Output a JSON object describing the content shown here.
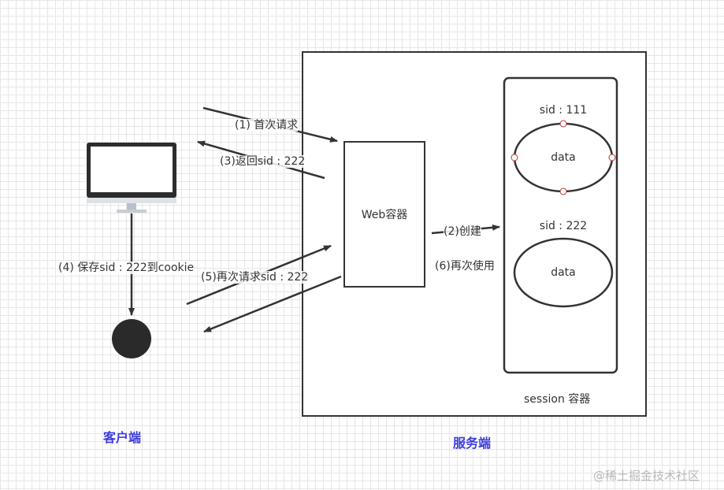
{
  "labels": {
    "client": "客户端",
    "server": "服务端",
    "web_container": "Web容器",
    "session_container": "session 容器",
    "session1_sid": "sid : 111",
    "session1_data": "data",
    "session2_sid": "sid : 222",
    "session2_data": "data",
    "step1": "(1) 首次请求",
    "step2": "(2)创建",
    "step3": "(3)返回sid : 222",
    "step4": "(4) 保存sid : 222到cookie",
    "step5": "(5)再次请求sid : 222",
    "step6": "(6)再次使用"
  },
  "watermark": "@稀土掘金技术社区"
}
